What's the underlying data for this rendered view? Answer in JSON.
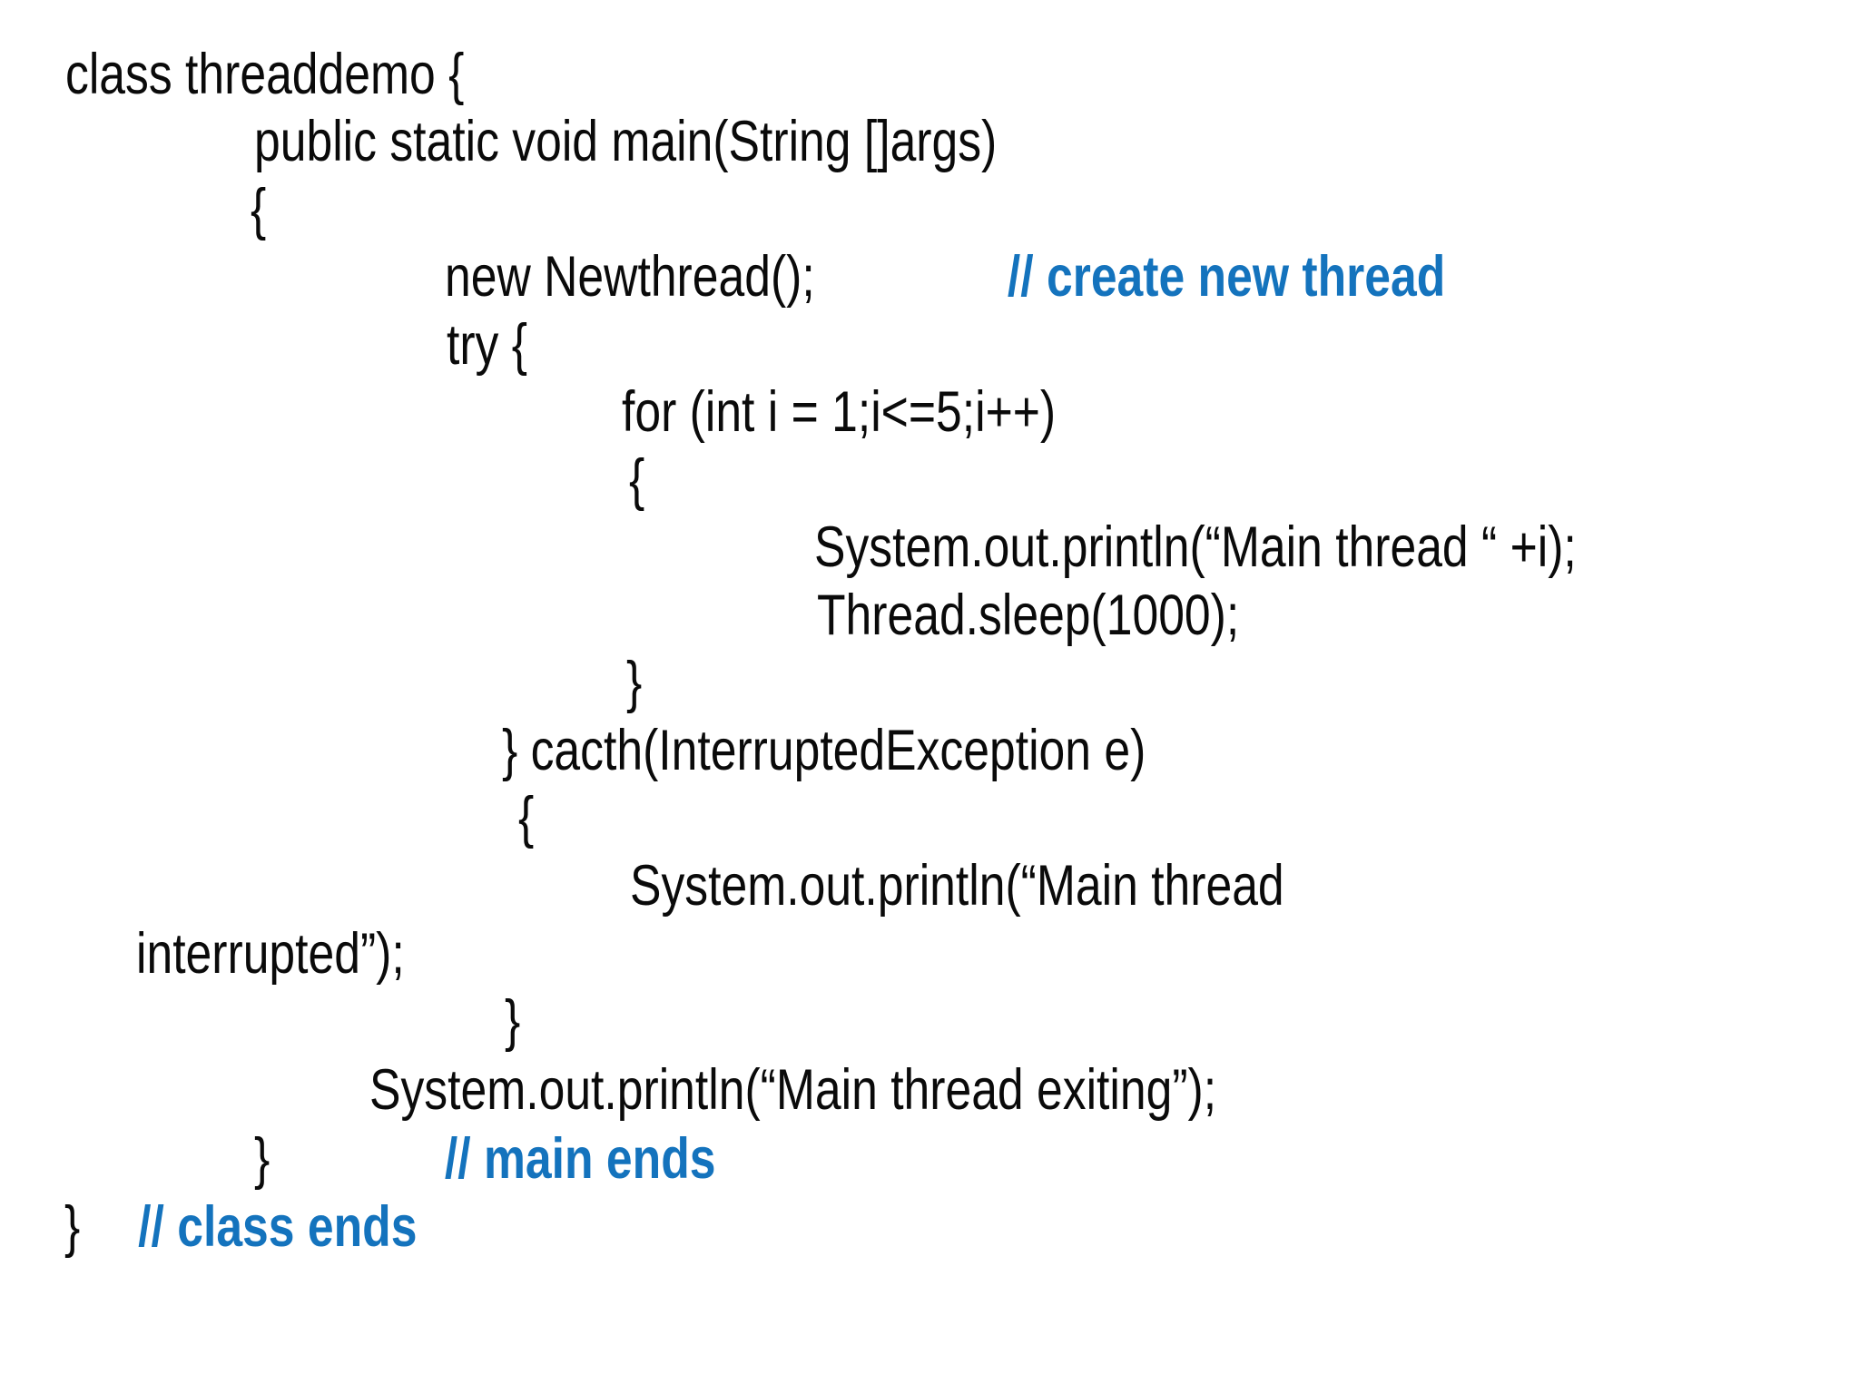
{
  "page": {
    "background_color": "#ffffff",
    "text_color": "#0a0a0a",
    "comment_color": "#1473bd"
  },
  "code": {
    "language": "java",
    "lines": [
      {
        "text": "class threaddemo {"
      },
      {
        "text": "public static void main(String []args)"
      },
      {
        "text": "{"
      },
      {
        "text": "new Newthread();",
        "comment": "// create new thread"
      },
      {
        "text": "try {"
      },
      {
        "text": "for (int i = 1;i<=5;i++)"
      },
      {
        "text": "{"
      },
      {
        "text": "System.out.println(“Main thread “ +i);"
      },
      {
        "text": "Thread.sleep(1000);"
      },
      {
        "text": "}"
      },
      {
        "text": "} cacth(InterruptedException e)"
      },
      {
        "text": "{"
      },
      {
        "text": "System.out.println(“Main thread"
      },
      {
        "text": "interrupted”);"
      },
      {
        "text": "}"
      },
      {
        "text": "System.out.println(“Main thread exiting”);"
      },
      {
        "text": "}",
        "comment": "// main ends"
      },
      {
        "text": "}",
        "comment": "// class ends"
      }
    ]
  }
}
